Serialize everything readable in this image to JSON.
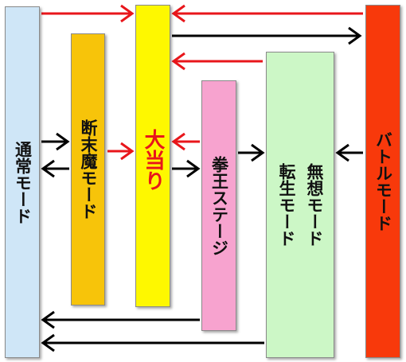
{
  "colors": {
    "red_arrow": "#e8161b",
    "black_arrow": "#000000",
    "tsujo": "#cfe6f7",
    "danmatsuma": "#f7c40a",
    "ooatari": "#fef800",
    "kenoh": "#f7a3cf",
    "muso": "#ccf7c6",
    "battle": "#f8390b"
  },
  "modes": {
    "tsujo": {
      "lines": [
        "通常モード"
      ]
    },
    "danmatsuma": {
      "lines": [
        "断末魔モード"
      ]
    },
    "ooatari": {
      "lines": [
        "大当り"
      ]
    },
    "kenoh": {
      "lines": [
        "拳王ステージ"
      ]
    },
    "muso": {
      "lines": [
        "無想モード",
        "転生モード"
      ]
    },
    "battle": {
      "lines": [
        "バトルモード"
      ]
    }
  }
}
